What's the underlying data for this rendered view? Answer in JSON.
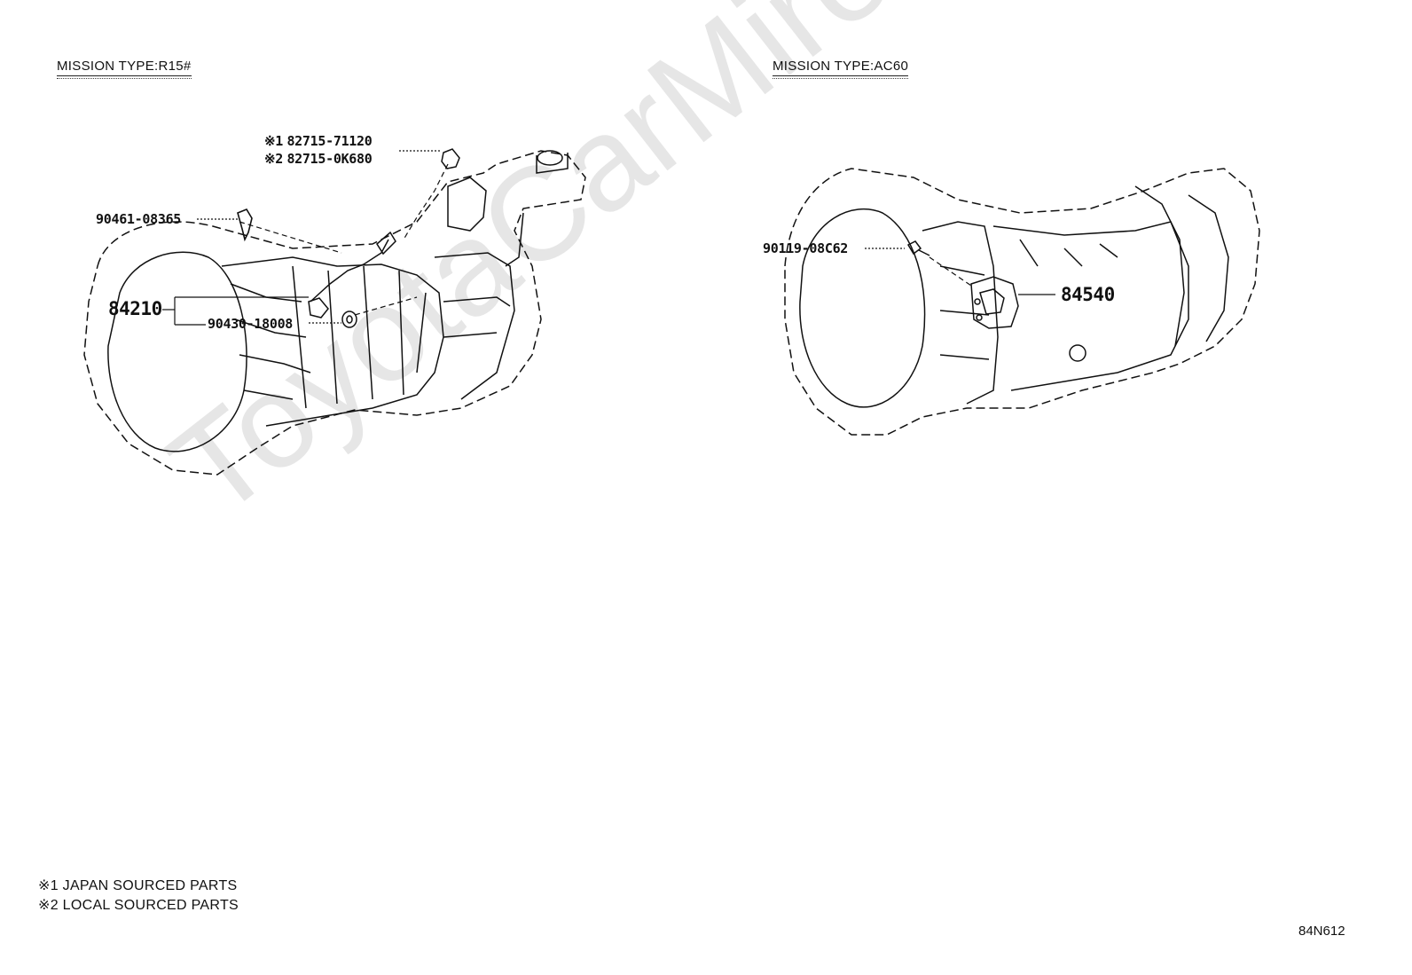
{
  "watermark": "ToyotaCarMirer.ru",
  "left_section": {
    "heading": "MISSION TYPE:R15#",
    "callouts": {
      "p1_prefix": "※1",
      "p1_number": "82715-71120",
      "p2_prefix": "※2",
      "p2_number": "82715-0K680",
      "clip": "90461-08365",
      "sensor": "84210",
      "gasket": "90430-18008"
    }
  },
  "right_section": {
    "heading": "MISSION TYPE:AC60",
    "callouts": {
      "bolt": "90119-08C62",
      "switch": "84540"
    }
  },
  "notes": [
    "※1 JAPAN SOURCED PARTS",
    "※2 LOCAL SOURCED PARTS"
  ],
  "diagram_code": "84N612"
}
